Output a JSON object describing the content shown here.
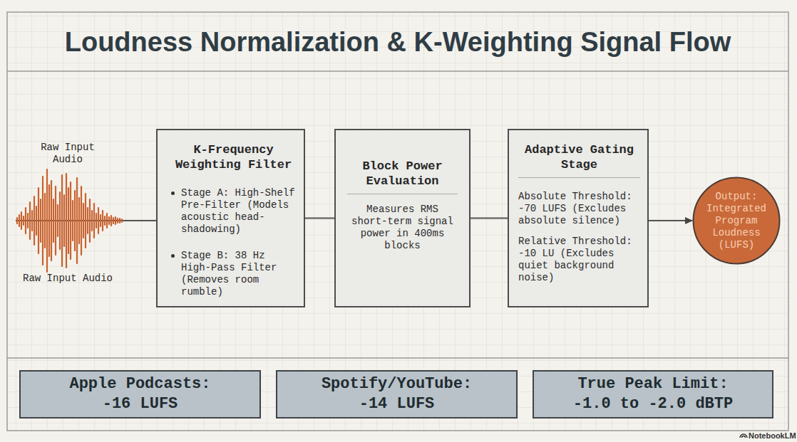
{
  "diagram": {
    "title": "Loudness Normalization & K-Weighting Signal Flow",
    "nodes": [
      {
        "text": [
          "K-Frequency Weighting Filter",
          "Stage A: High-Shelf Pre-Filter (Models acoustic head-shadowing)",
          "Stage B: 38 Hz High-Pass Filter (Removes room rumble)"
        ]
      },
      {
        "text": [
          "Block Power Evaluation",
          "Measures RMS short-term signal power in 400ms blocks"
        ]
      },
      {
        "text": [
          "Adaptive Gating Stage",
          "Absolute Threshold: -70 LUFS (Excludes absolute silence)",
          "Relative Threshold: -10 LU (Excludes quiet background noise)"
        ]
      },
      {
        "text": [
          "Output: Integrated Program Loudness (LUFS)"
        ]
      },
      {
        "text": [
          "Apple Podcasts:",
          "-16 LUFS"
        ]
      },
      {
        "text": [
          "Spotify/YouTube:",
          "-14 LUFS"
        ]
      },
      {
        "text": [
          "True Peak Limit:",
          "-1.0 to -2.0 dBTP"
        ]
      }
    ],
    "edges": [
      {
        "from": 0,
        "to": 1,
        "arrow": "none"
      },
      {
        "from": 1,
        "to": 2,
        "arrow": "none"
      },
      {
        "from": 2,
        "to": 3,
        "arrow": "to"
      }
    ],
    "labels": [
      "Raw Input Audio",
      "Raw Input Audio",
      "NotebookLM"
    ]
  }
}
